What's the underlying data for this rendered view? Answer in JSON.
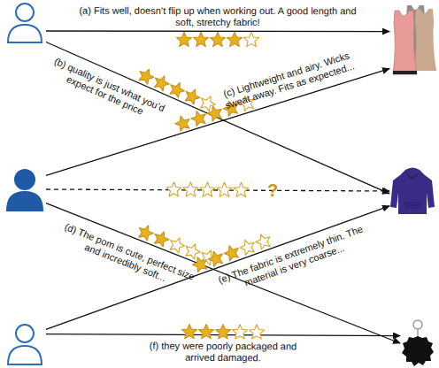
{
  "diagram": {
    "nodes": [
      {
        "text": []
      },
      {
        "text": []
      },
      {
        "text": []
      },
      {
        "text": []
      },
      {
        "text": []
      },
      {
        "text": []
      }
    ],
    "edges": [
      {
        "from": 0,
        "to": 3,
        "arrow": "to",
        "label": "(a) Fits well, doesn’t flip up when working out. A good length and soft, stretchy fabric!"
      },
      {
        "from": 0,
        "to": 4,
        "arrow": "to",
        "label": "(b) quality is just what you’d expect for the price"
      },
      {
        "from": 1,
        "to": 3,
        "arrow": "to",
        "label": "(c) Lightweight and airy. Wicks sweat away. Fits as expected..."
      },
      {
        "from": 1,
        "to": 4,
        "arrow": "to",
        "label": "?"
      },
      {
        "from": 1,
        "to": 5,
        "arrow": "to",
        "label": "(d) The pom is cute, perfect size and incredibly soft..."
      },
      {
        "from": 2,
        "to": 4,
        "arrow": "to",
        "label": "(e) The fabric is extremely thin. The material is very coarse..."
      },
      {
        "from": 2,
        "to": 5,
        "arrow": "to",
        "label": "(f) they were poorly packaged and arrived damaged."
      }
    ]
  }
}
